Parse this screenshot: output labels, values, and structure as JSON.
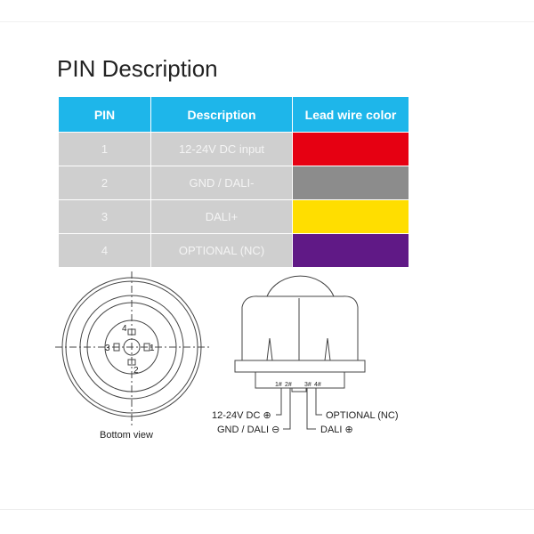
{
  "title": "PIN Description",
  "table": {
    "headers": [
      "PIN",
      "Description",
      "Lead wire color"
    ],
    "rows": [
      {
        "pin": "1",
        "description": "12-24V DC input",
        "color": "#e60012"
      },
      {
        "pin": "2",
        "description": "GND / DALI-",
        "color": "#8c8c8c"
      },
      {
        "pin": "3",
        "description": "DALI+",
        "color": "#ffde00"
      },
      {
        "pin": "4",
        "description": "OPTIONAL (NC)",
        "color": "#601986"
      }
    ]
  },
  "bottom_view": {
    "caption": "Bottom view",
    "pins": [
      "1",
      "2",
      "3",
      "4"
    ]
  },
  "side_view": {
    "pin_marks": [
      "1#",
      "2#",
      "3#",
      "4#"
    ],
    "labels": [
      "12-24V DC ⊕",
      "GND / DALI ⊖",
      "OPTIONAL (NC)",
      "DALI ⊕"
    ]
  }
}
